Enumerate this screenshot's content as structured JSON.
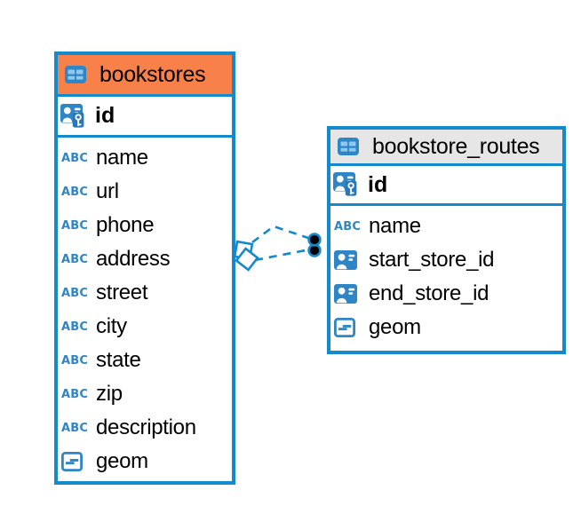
{
  "colors": {
    "accent_blue": "#1489cb",
    "icon_blue": "#2e86c6",
    "table_icon_cell": "#8fc8ec",
    "key_badge_blue": "#2a77b8",
    "bookstores_header_bg": "#f8814a",
    "routes_header_bg": "#e6e6e6",
    "canvas_bg": "#ffffff",
    "text_color": "#000000"
  },
  "icons": {
    "text_type_glyph": "ABC"
  },
  "tables": [
    {
      "name": "bookstores",
      "highlighted": true,
      "columns": [
        {
          "name": "id",
          "type": "primary-key"
        },
        {
          "name": "name",
          "type": "text"
        },
        {
          "name": "url",
          "type": "text"
        },
        {
          "name": "phone",
          "type": "text"
        },
        {
          "name": "address",
          "type": "text"
        },
        {
          "name": "street",
          "type": "text"
        },
        {
          "name": "city",
          "type": "text"
        },
        {
          "name": "state",
          "type": "text"
        },
        {
          "name": "zip",
          "type": "text"
        },
        {
          "name": "description",
          "type": "text"
        },
        {
          "name": "geom",
          "type": "geometry"
        }
      ]
    },
    {
      "name": "bookstore_routes",
      "highlighted": false,
      "columns": [
        {
          "name": "id",
          "type": "primary-key"
        },
        {
          "name": "name",
          "type": "text"
        },
        {
          "name": "start_store_id",
          "type": "reference"
        },
        {
          "name": "end_store_id",
          "type": "reference"
        },
        {
          "name": "geom",
          "type": "geometry"
        }
      ]
    }
  ],
  "relationship": {
    "from": "bookstores",
    "to": "bookstore_routes",
    "style": "dashed",
    "lines": 2,
    "from_marker": "diamond",
    "to_marker": "dot"
  }
}
